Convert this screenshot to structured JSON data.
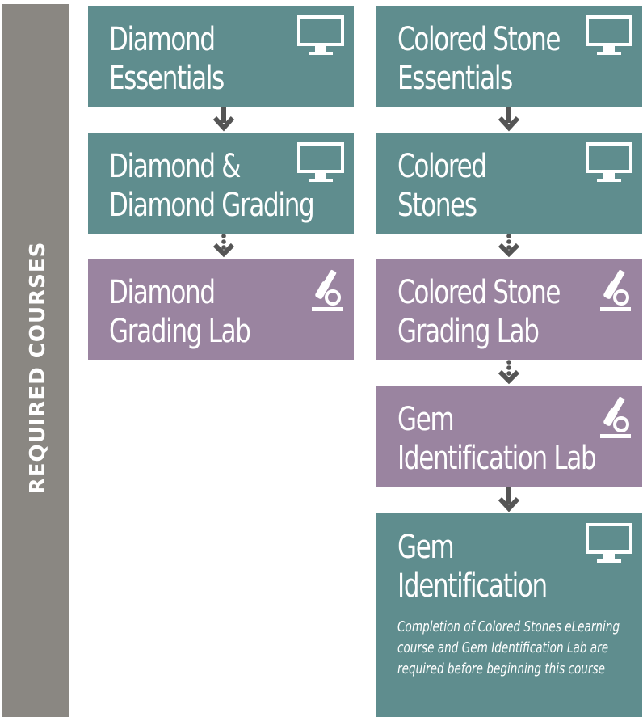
{
  "sidebar": {
    "label": "REQUIRED COURSES"
  },
  "courses": {
    "diamond_essentials": {
      "line1": "Diamond",
      "line2": "Essentials",
      "icon": "monitor-icon"
    },
    "diamond_grading": {
      "line1": "Diamond &",
      "line2": "Diamond Grading",
      "icon": "monitor-icon"
    },
    "diamond_grading_lab": {
      "line1": "Diamond",
      "line2": "Grading Lab",
      "icon": "microscope-icon"
    },
    "colored_stone_essentials": {
      "line1": "Colored Stone",
      "line2": "Essentials",
      "icon": "monitor-icon"
    },
    "colored_stones": {
      "line1": "Colored",
      "line2": "Stones",
      "icon": "monitor-icon"
    },
    "colored_stone_grading_lab": {
      "line1": "Colored Stone",
      "line2": "Grading Lab",
      "icon": "microscope-icon"
    },
    "gem_identification_lab": {
      "line1": "Gem",
      "line2": "Identification Lab",
      "icon": "microscope-icon"
    },
    "gem_identification": {
      "line1": "Gem",
      "line2": "Identification",
      "icon": "monitor-icon",
      "note": "Completion of Colored Stones eLearning course and Gem Identification Lab are required before beginning this course"
    }
  },
  "colors": {
    "online_course": "#5f8d8e",
    "lab_course": "#9a84a0",
    "sidebar": "#8a8782",
    "arrow": "#555555"
  },
  "connectors": [
    {
      "from": "diamond_essentials",
      "to": "diamond_grading",
      "style": "solid"
    },
    {
      "from": "diamond_grading",
      "to": "diamond_grading_lab",
      "style": "dotted"
    },
    {
      "from": "colored_stone_essentials",
      "to": "colored_stones",
      "style": "solid"
    },
    {
      "from": "colored_stones",
      "to": "colored_stone_grading_lab",
      "style": "dotted"
    },
    {
      "from": "colored_stone_grading_lab",
      "to": "gem_identification_lab",
      "style": "dotted"
    },
    {
      "from": "gem_identification_lab",
      "to": "gem_identification",
      "style": "solid"
    }
  ]
}
